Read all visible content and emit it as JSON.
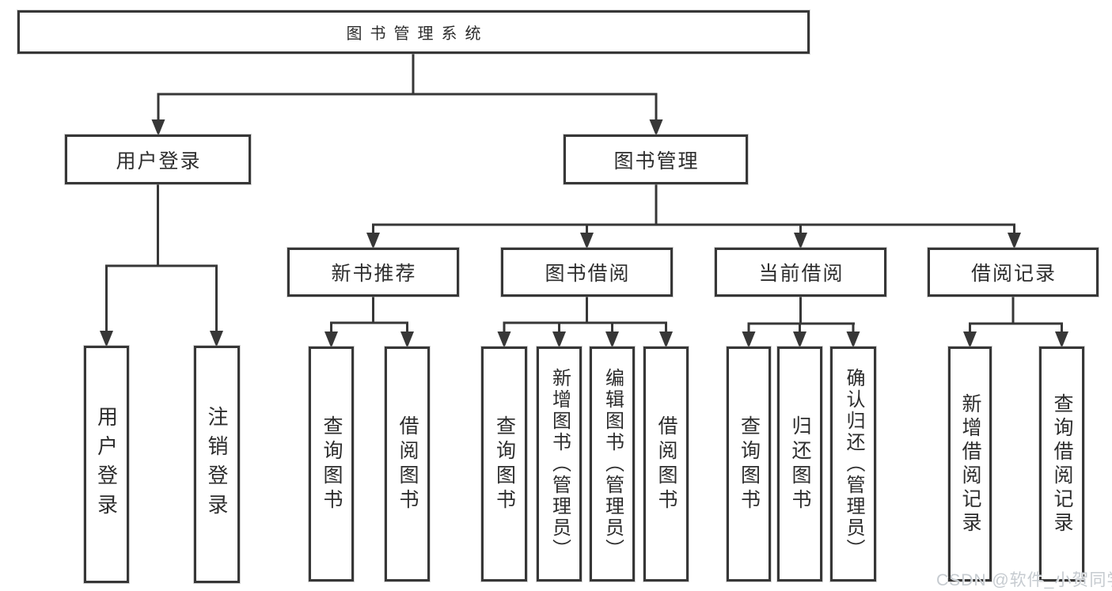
{
  "diagram_title": "图书管理系统",
  "tree": {
    "root": {
      "label": "图书管理系统"
    },
    "children": [
      {
        "label": "用户登录",
        "children": [
          {
            "label": "用户登录"
          },
          {
            "label": "注销登录"
          }
        ]
      },
      {
        "label": "图书管理",
        "children": [
          {
            "label": "新书推荐",
            "children": [
              {
                "label": "查询图书"
              },
              {
                "label": "借阅图书"
              }
            ]
          },
          {
            "label": "图书借阅",
            "children": [
              {
                "label": "查询图书"
              },
              {
                "label": "新增图书（管理员）"
              },
              {
                "label": "编辑图书（管理员）"
              },
              {
                "label": "借阅图书"
              }
            ]
          },
          {
            "label": "当前借阅",
            "children": [
              {
                "label": "查询图书"
              },
              {
                "label": "归还图书"
              },
              {
                "label": "确认归还（管理员）"
              }
            ]
          },
          {
            "label": "借阅记录",
            "children": [
              {
                "label": "新增借阅记录"
              },
              {
                "label": "查询借阅记录"
              }
            ]
          }
        ]
      }
    ]
  },
  "watermark": "CSDN @软件_小贺同学",
  "colors": {
    "line": "#373737",
    "box_border": "#373737",
    "text": "#2d2d2d",
    "watermark": "#c6cbd0",
    "background": "#ffffff"
  }
}
